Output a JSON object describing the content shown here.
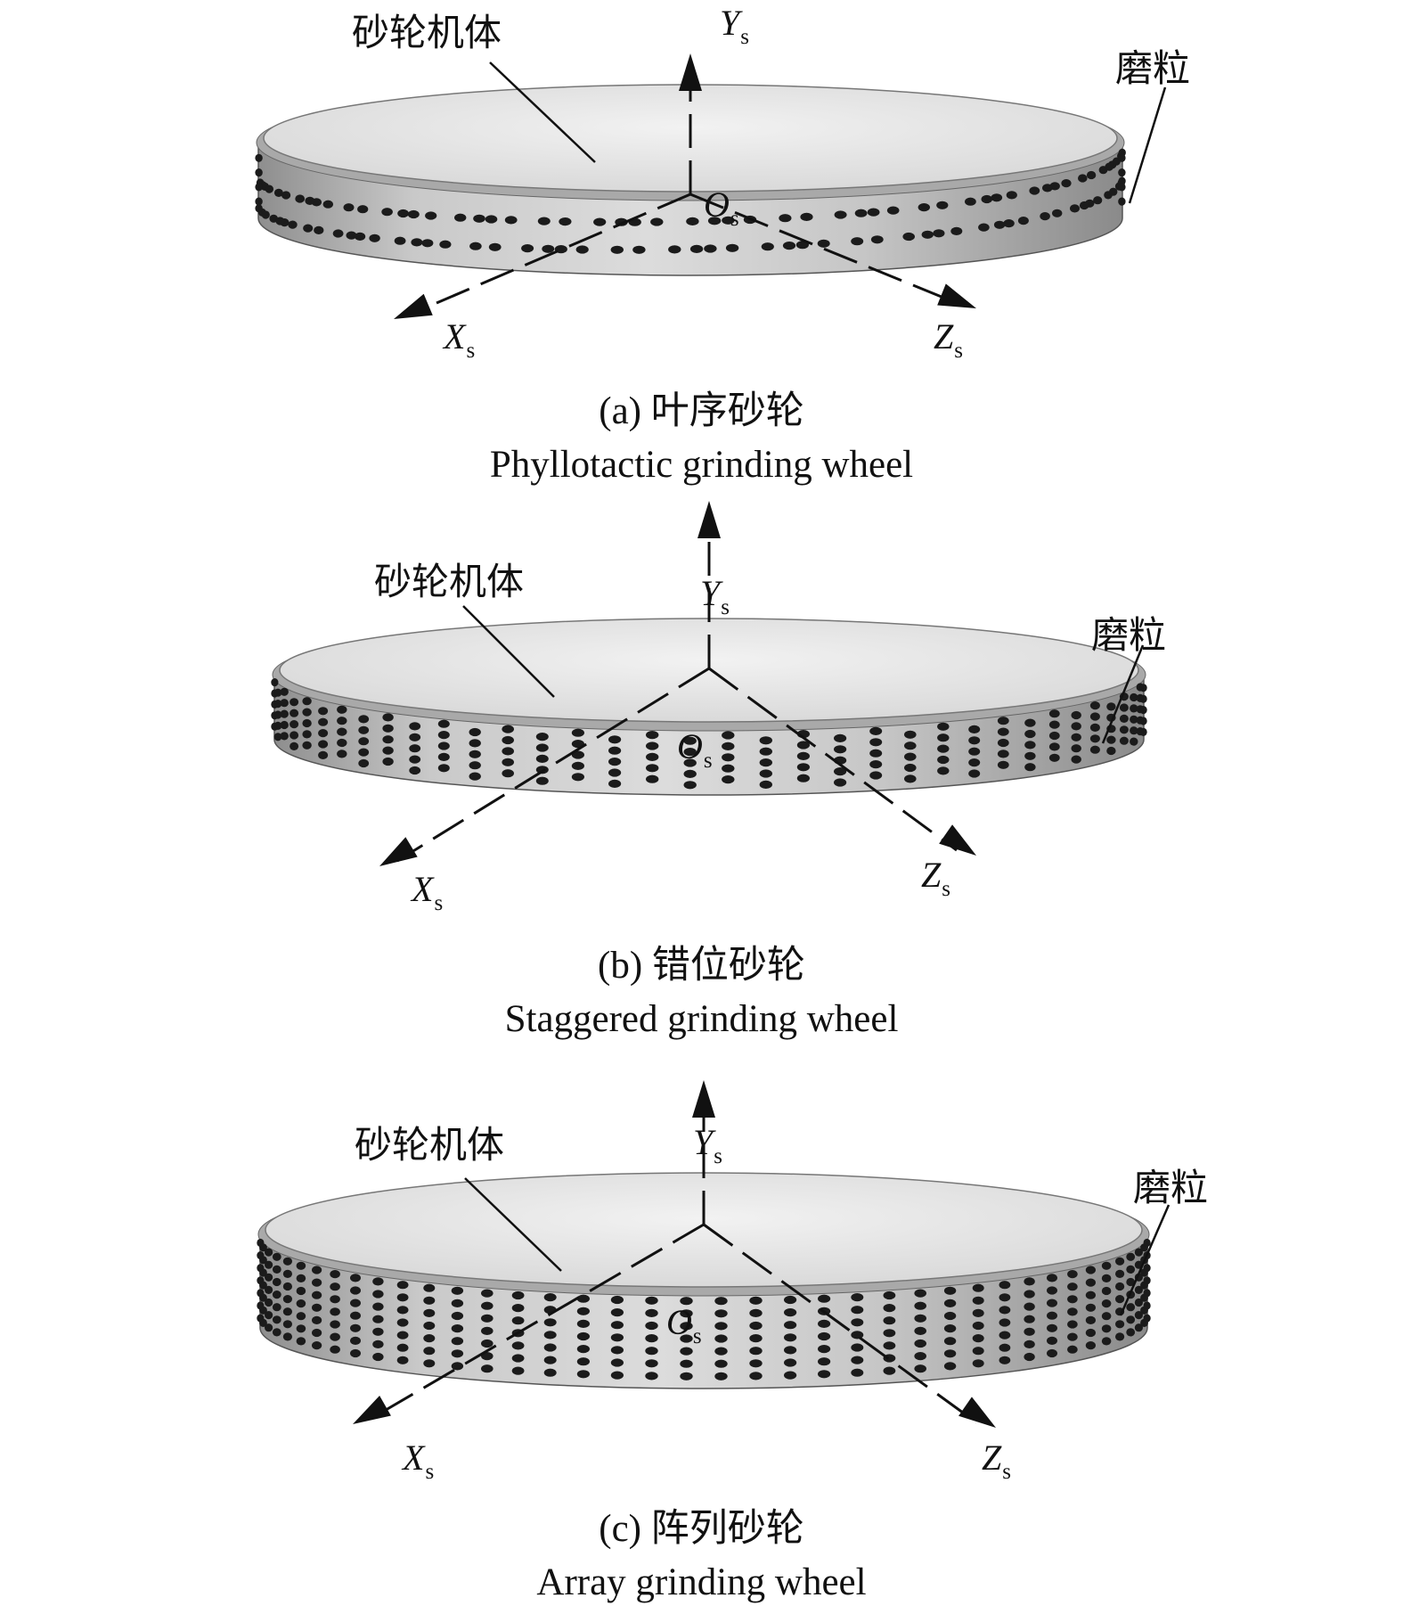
{
  "panels": [
    {
      "id": "a",
      "body_label": "砂轮机体",
      "grain_label": "磨粒",
      "axis_y": "Y",
      "axis_x": "X",
      "axis_z": "Z",
      "origin": "O",
      "sub": "s",
      "caption_cn": "(a) 叶序砂轮",
      "caption_en": "Phyllotactic grinding wheel",
      "pattern": "phyllotactic"
    },
    {
      "id": "b",
      "body_label": "砂轮机体",
      "grain_label": "磨粒",
      "axis_y": "Y",
      "axis_x": "X",
      "axis_z": "Z",
      "origin": "O",
      "sub": "s",
      "caption_cn": "(b) 错位砂轮",
      "caption_en": "Staggered grinding wheel",
      "pattern": "staggered"
    },
    {
      "id": "c",
      "body_label": "砂轮机体",
      "grain_label": "磨粒",
      "axis_y": "Y",
      "axis_x": "X",
      "axis_z": "Z",
      "origin": "O",
      "sub": "s",
      "caption_cn": "(c) 阵列砂轮",
      "caption_en": "Array grinding wheel",
      "pattern": "array"
    }
  ]
}
